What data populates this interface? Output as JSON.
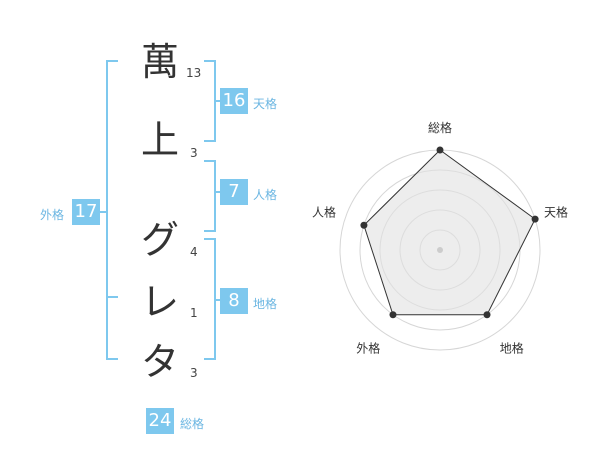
{
  "name_chars": [
    {
      "char": "萬",
      "strokes": "13"
    },
    {
      "char": "上",
      "strokes": "3"
    },
    {
      "char": "グ",
      "strokes": "4"
    },
    {
      "char": "レ",
      "strokes": "1"
    },
    {
      "char": "タ",
      "strokes": "3"
    }
  ],
  "kaku": {
    "tenkaku": {
      "value": "16",
      "label": "天格"
    },
    "jinkaku": {
      "value": "7",
      "label": "人格"
    },
    "chikaku": {
      "value": "8",
      "label": "地格"
    },
    "gaikaku": {
      "value": "17",
      "label": "外格"
    },
    "soukaku": {
      "value": "24",
      "label": "総格"
    }
  },
  "radar": {
    "axes": [
      "総格",
      "天格",
      "地格",
      "外格",
      "人格"
    ],
    "levels": 5,
    "values": [
      5,
      5,
      4,
      4,
      4
    ],
    "max": 5
  },
  "colors": {
    "accent": "#7ec8ee",
    "text": "#333333",
    "radar_fill": "#eeeeee"
  }
}
